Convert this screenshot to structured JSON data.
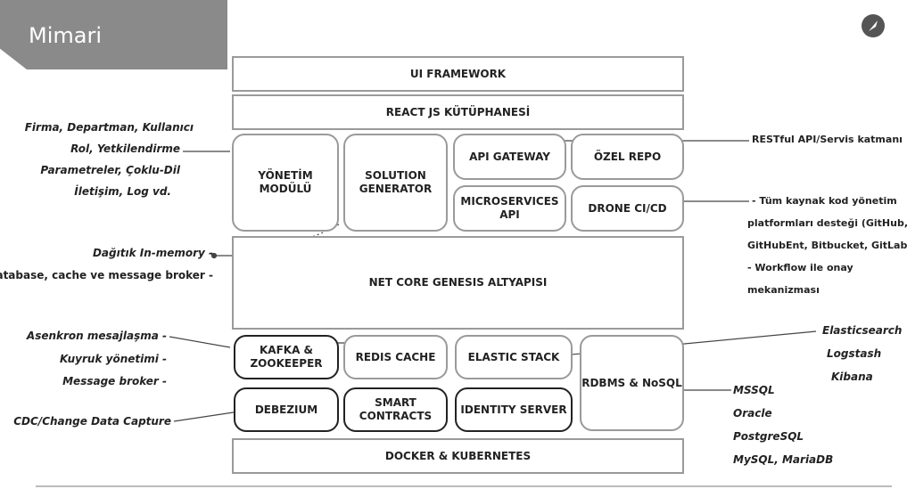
{
  "title": "Mimari",
  "logo_icon": "feather-logo-icon",
  "layers": {
    "ui_framework": "UI FRAMEWORK",
    "react": "REACT JS KÜTÜPHANESİ",
    "yonetim": "YÖNETİM MODÜLÜ",
    "solution": "SOLUTION GENERATOR",
    "api_gateway": "API GATEWAY",
    "ozel_repo": "ÖZEL REPO",
    "microservices": "MICROSERVICES API",
    "drone": "DRONE CI/CD",
    "netcore": "NET CORE GENESIS ALTYAPISI",
    "kafka": "KAFKA & ZOOKEEPER",
    "redis": "REDIS CACHE",
    "elastic": "ELASTIC STACK",
    "rdbms": "RDBMS & NoSQL",
    "debezium": "DEBEZIUM",
    "smart": "SMART CONTRACTS",
    "identity": "IDENTITY SERVER",
    "docker": "DOCKER & KUBERNETES"
  },
  "left_notes": {
    "yonetim": [
      "Firma, Departman, Kullanıcı",
      "Rol, Yetkilendirme",
      "Parametreler, Çoklu-Dil",
      "İletişim, Log vd."
    ],
    "inmemory": [
      "Dağıtık In-memory -",
      "Database, cache ve message broker -"
    ],
    "kafka": [
      "Asenkron mesajlaşma -",
      "Kuyruk yönetimi -",
      "Message broker -"
    ],
    "cdc": "CDC/Change Data Capture"
  },
  "right_notes": {
    "restful": "RESTful API/Servis katmanı",
    "drone": [
      "- Tüm kaynak kod yönetim",
      "platformları desteği (GitHub,",
      "GitHubEnt, Bitbucket, GitLab)",
      "- Workflow ile onay",
      "mekanizması"
    ],
    "elastic": [
      "Elasticsearch",
      "Logstash",
      "Kibana"
    ],
    "rdbms": [
      "MSSQL",
      "Oracle",
      "PostgreSQL",
      "MySQL, MariaDB"
    ]
  }
}
